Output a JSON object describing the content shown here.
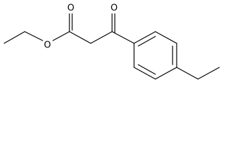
{
  "structure": {
    "atom_labels": [
      {
        "id": "o-ester-carbonyl",
        "text": "O"
      },
      {
        "id": "o-ester-ether",
        "text": "O"
      },
      {
        "id": "o-ketone",
        "text": "O"
      }
    ]
  }
}
